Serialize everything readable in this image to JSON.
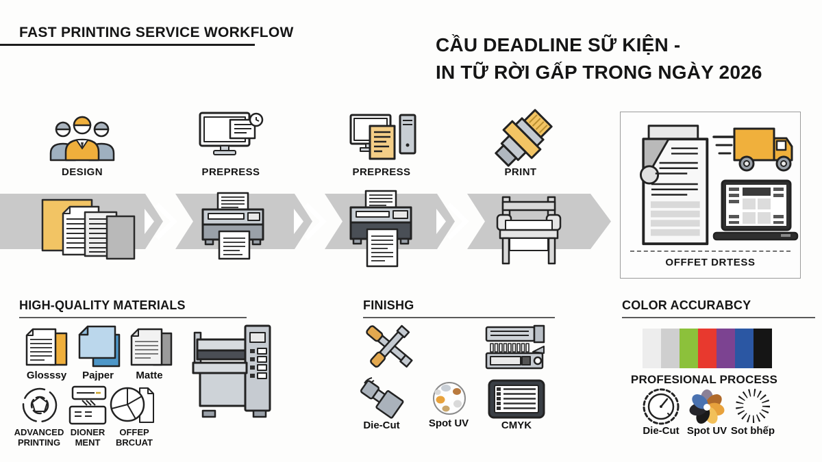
{
  "colors": {
    "accent_yellow": "#F0B34A",
    "band_gray": "#C9C9C9",
    "swatches": [
      "#EDEDED",
      "#CFCFCF",
      "#8CC13B",
      "#E8392E",
      "#7C4391",
      "#2B57A3",
      "#151515"
    ]
  },
  "header": {
    "title": "FAST PRINTING SERVICE WORKFLOW",
    "headline_line1": "CẦU DEADLINE SỮ KIỆN -",
    "headline_line2": "IN TỮ RỜI GẤP TRONG NGÀY 2026"
  },
  "workflow": {
    "steps": [
      {
        "label": "DESIGN",
        "icon": "design-team-icon"
      },
      {
        "label": "PREPRESS",
        "icon": "monitor-proof-icon"
      },
      {
        "label": "PREPRESS",
        "icon": "workstation-document-icon"
      },
      {
        "label": "PRINT",
        "icon": "print-roller-icon"
      }
    ],
    "band_icons": [
      "paper-stack-icon",
      "desktop-printer-icon",
      "desktop-printer-icon",
      "cutting-table-icon"
    ],
    "result": {
      "label": "OFFFET DRTESS",
      "icons": [
        "printed-sheet-icon",
        "delivery-truck-icon",
        "laptop-grid-icon"
      ]
    }
  },
  "materials": {
    "heading": "HIGH-QUALITY MATERIALS",
    "row1": [
      {
        "label": "Glosssy",
        "icon": "glossy-paper-icon"
      },
      {
        "label": "Pajper",
        "icon": "blue-paper-icon"
      },
      {
        "label": "Matte",
        "icon": "matte-paper-icon"
      }
    ],
    "row2": [
      {
        "line1": "ADVANCED",
        "line2": "PRINTING",
        "icon": "aperture-icon"
      },
      {
        "line1": "DIONER",
        "line2": "MENT",
        "icon": "feeder-cards-icon"
      },
      {
        "line1": "OFFEP",
        "line2": "BRCUAT",
        "icon": "pie-document-icon"
      }
    ],
    "machine_icon": "wide-format-printer-icon"
  },
  "finishing": {
    "heading": "FINISHG",
    "row1_icons": [
      "crossed-cutters-icon",
      "laminator-icon"
    ],
    "row2": [
      {
        "label": "Die-Cut",
        "icon": "die-stamp-icon"
      },
      {
        "label": "Spot UV",
        "icon": "texture-ball-icon"
      },
      {
        "label": "CMYK",
        "icon": "cmyk-panel-icon"
      }
    ]
  },
  "color_accuracy": {
    "heading": "COLOR ACCURABCY",
    "caption": "PROFESIONAL PROCESS",
    "items": [
      {
        "label": "Die-Cut",
        "icon": "gauge-badge-icon"
      },
      {
        "label": "Spot UV",
        "icon": "pinwheel-icon"
      },
      {
        "label": "Sot bhếp",
        "icon": "sunburst-icon"
      }
    ]
  }
}
